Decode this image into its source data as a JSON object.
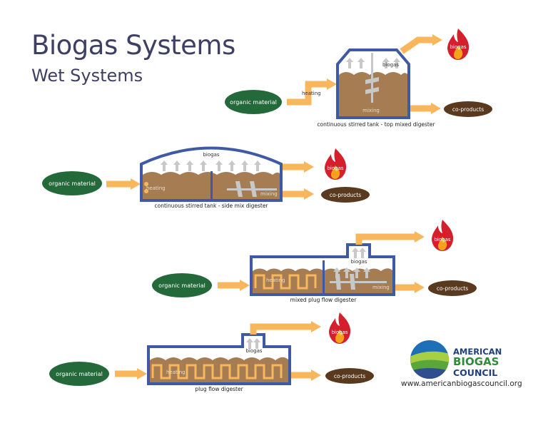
{
  "title": "Biogas Systems",
  "subtitle": "Wet Systems",
  "colors": {
    "tank_border": "#3e5aa5",
    "sludge": "#a67c52",
    "arrow": "#f8b75c",
    "organic": "#24693a",
    "coproducts": "#5a3a1f",
    "flame_outer": "#d61f2c",
    "flame_inner": "#f7a21b",
    "gas_arrow": "#c8c8c8",
    "title": "#3d3f63"
  },
  "systems": [
    {
      "caption": "continuous stirred tank - top mixed digester",
      "input": "organic material",
      "heating": "heating",
      "biogas_inside": "biogas",
      "mixing": "mixing",
      "biogas_out": "biogas",
      "coproducts": "co-products"
    },
    {
      "caption": "continuous stirred tank - side mix digester",
      "input": "organic material",
      "heating": "heating",
      "biogas_inside": "biogas",
      "mixing": "mixing",
      "biogas_out": "biogas",
      "coproducts": "co-products"
    },
    {
      "caption": "mixed plug flow digester",
      "input": "organic material",
      "heating": "heating",
      "biogas_inside": "biogas",
      "mixing": "mixing",
      "biogas_out": "biogas",
      "coproducts": "co-products"
    },
    {
      "caption": "plug flow digester",
      "input": "organic material",
      "heating": "heating",
      "biogas_inside": "biogas",
      "biogas_out": "biogas",
      "coproducts": "co-products"
    }
  ],
  "logo": {
    "line1": "AMERICAN",
    "line2": "BIOGAS",
    "line3": "COUNCIL",
    "url": "www.americanbiogascouncil.org"
  }
}
